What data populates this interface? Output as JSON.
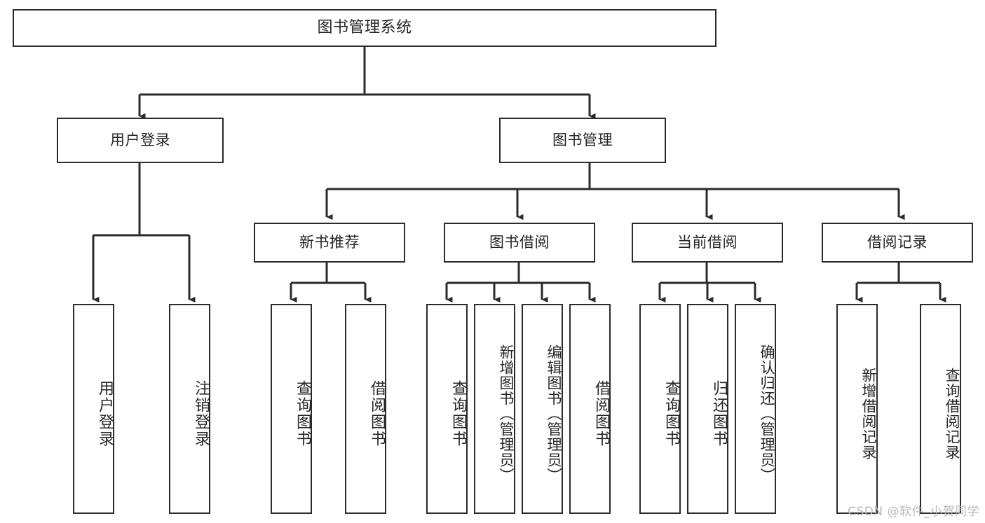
{
  "diagram": {
    "title": "图书管理系统",
    "type": "tree-hierarchy",
    "line_color": "#2b2b2b",
    "box_fill": "#ffffff",
    "text_color": "#262626",
    "watermark": "CSDN @软件_小贺同学",
    "nodes": {
      "root": "图书管理系统",
      "level2": {
        "user_login": "用户登录",
        "book_manage": "图书管理"
      },
      "level3": {
        "new_book_recommend": "新书推荐",
        "book_borrow": "图书借阅",
        "current_borrow": "当前借阅",
        "borrow_record": "借阅记录"
      },
      "leaves": {
        "user_login_children": [
          "用户登录",
          "注销登录"
        ],
        "new_book_recommend_children": [
          "查询图书",
          "借阅图书"
        ],
        "book_borrow_children": [
          "查询图书",
          "新增图书（管理员）",
          "编辑图书（管理员）",
          "借阅图书"
        ],
        "current_borrow_children": [
          "查询图书",
          "归还图书",
          "确认归还（管理员）"
        ],
        "borrow_record_children": [
          "新增借阅记录",
          "查询借阅记录"
        ]
      }
    }
  }
}
